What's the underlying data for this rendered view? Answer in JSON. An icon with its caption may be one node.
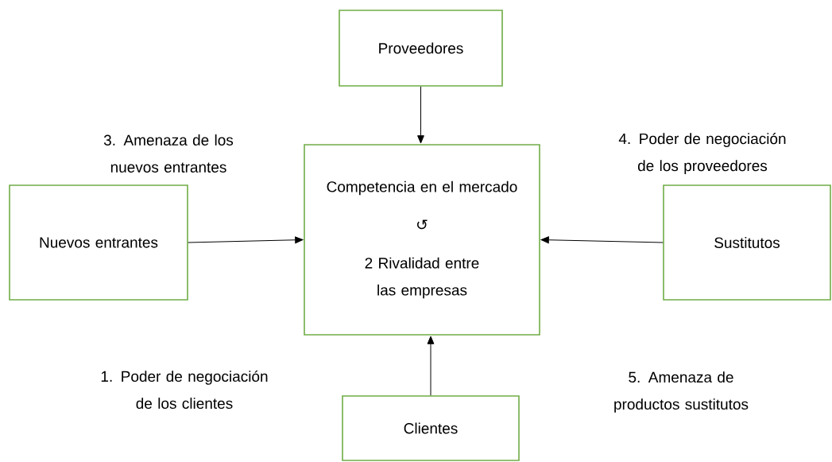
{
  "diagram": {
    "nodes": [
      {
        "text": [
          "Proveedores"
        ]
      },
      {
        "text": [
          "Competencia en el mercado",
          "↺",
          "2 Rivalidad entre las empresas"
        ]
      },
      {
        "text": [
          "Nuevos entrantes"
        ]
      },
      {
        "text": [
          "Sustitutos"
        ]
      },
      {
        "text": [
          "Clientes"
        ]
      }
    ],
    "edges": [
      {
        "from": 0,
        "to": 1,
        "arrow": "to"
      },
      {
        "from": 2,
        "to": 1,
        "arrow": "to"
      },
      {
        "from": 3,
        "to": 1,
        "arrow": "to"
      },
      {
        "from": 4,
        "to": 1,
        "arrow": "to"
      }
    ],
    "labels": [
      "3. Amenaza de los nuevos entrantes",
      "4. Poder de negociación de los proveedores",
      "1. Poder de negociación de los clientes",
      "5. Amenaza de productos sustitutos"
    ]
  }
}
